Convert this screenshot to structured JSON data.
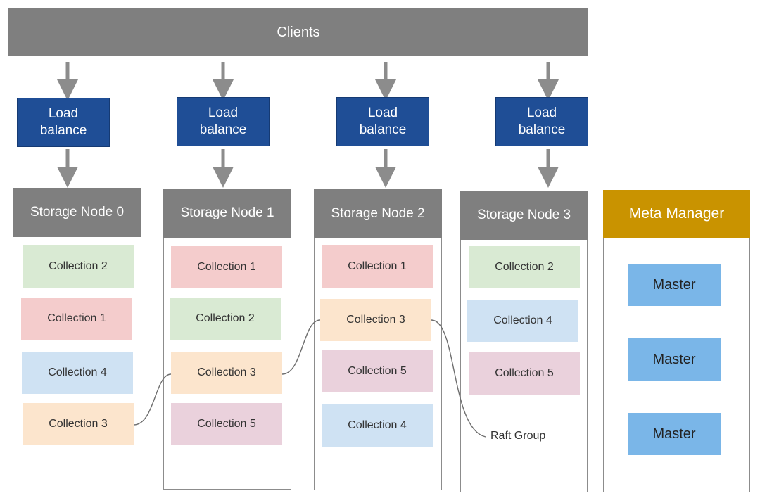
{
  "clients": {
    "label": "Clients"
  },
  "load_balancers": [
    {
      "label": "Load balance"
    },
    {
      "label": "Load balance"
    },
    {
      "label": "Load balance"
    },
    {
      "label": "Load balance"
    }
  ],
  "storage_nodes": [
    {
      "title": "Storage Node 0",
      "collections": [
        "Collection 2",
        "Collection 1",
        "Collection 4",
        "Collection 3"
      ]
    },
    {
      "title": "Storage Node 1",
      "collections": [
        "Collection 1",
        "Collection 2",
        "Collection 3",
        "Collection 5"
      ]
    },
    {
      "title": "Storage Node 2",
      "collections": [
        "Collection 1",
        "Collection 3",
        "Collection 5",
        "Collection 4"
      ]
    },
    {
      "title": "Storage Node 3",
      "collections": [
        "Collection 2",
        "Collection 4",
        "Collection 5"
      ]
    }
  ],
  "meta_manager": {
    "title": "Meta Manager",
    "masters": [
      "Master",
      "Master",
      "Master"
    ]
  },
  "raft_group": {
    "label": "Raft Group"
  },
  "colors": {
    "Collection 1": "#f4cccc",
    "Collection 2": "#d9ead3",
    "Collection 3": "#fce5cd",
    "Collection 4": "#cfe2f3",
    "Collection 5": "#ead1dc"
  }
}
